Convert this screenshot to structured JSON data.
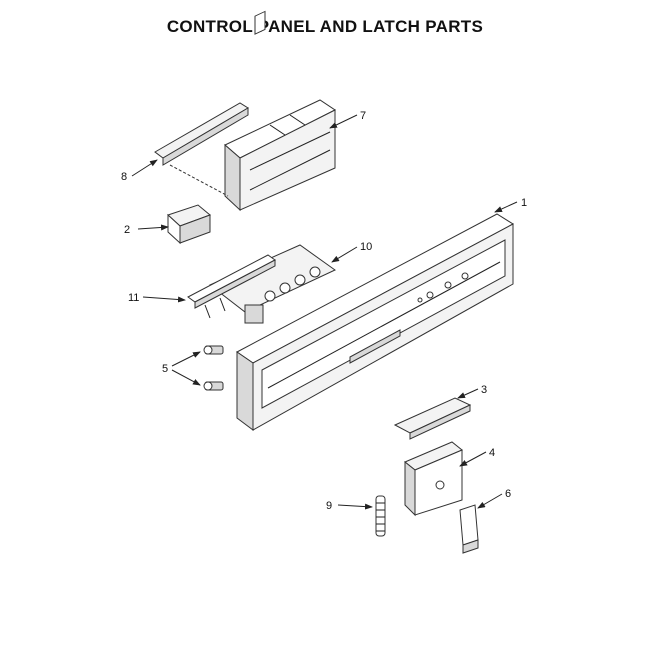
{
  "title": "CONTROL PANEL AND LATCH PARTS",
  "callouts": [
    "1",
    "2",
    "3",
    "4",
    "5",
    "6",
    "7",
    "8",
    "9",
    "10",
    "11"
  ]
}
